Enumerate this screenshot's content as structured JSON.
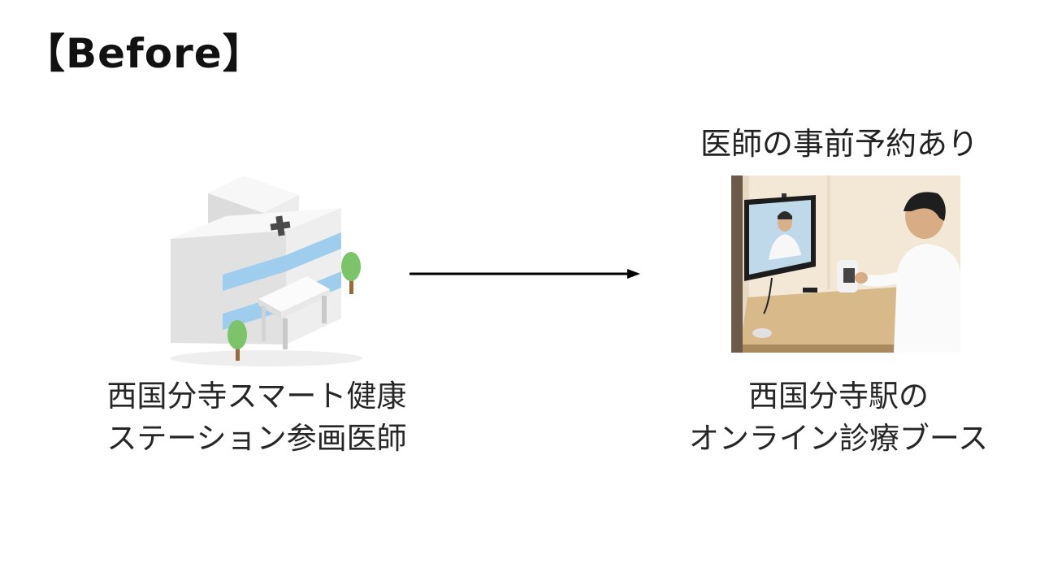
{
  "slide": {
    "title": "【Before】"
  },
  "left": {
    "icon": "hospital-building-icon",
    "caption_line1": "西国分寺スマート健康",
    "caption_line2": "ステーション参画医師"
  },
  "right": {
    "note": "医師の事前予約あり",
    "photo": "online-consultation-booth-photo",
    "caption_line1": "西国分寺駅の",
    "caption_line2": "オンライン診療ブース"
  },
  "arrow": {
    "direction": "right",
    "color": "#000000"
  },
  "colors": {
    "building_window_blue": "#9fcdee",
    "tree_green": "#7cc36a",
    "booth_wall": "#f3e8d6",
    "booth_desk": "#d8b98a"
  }
}
